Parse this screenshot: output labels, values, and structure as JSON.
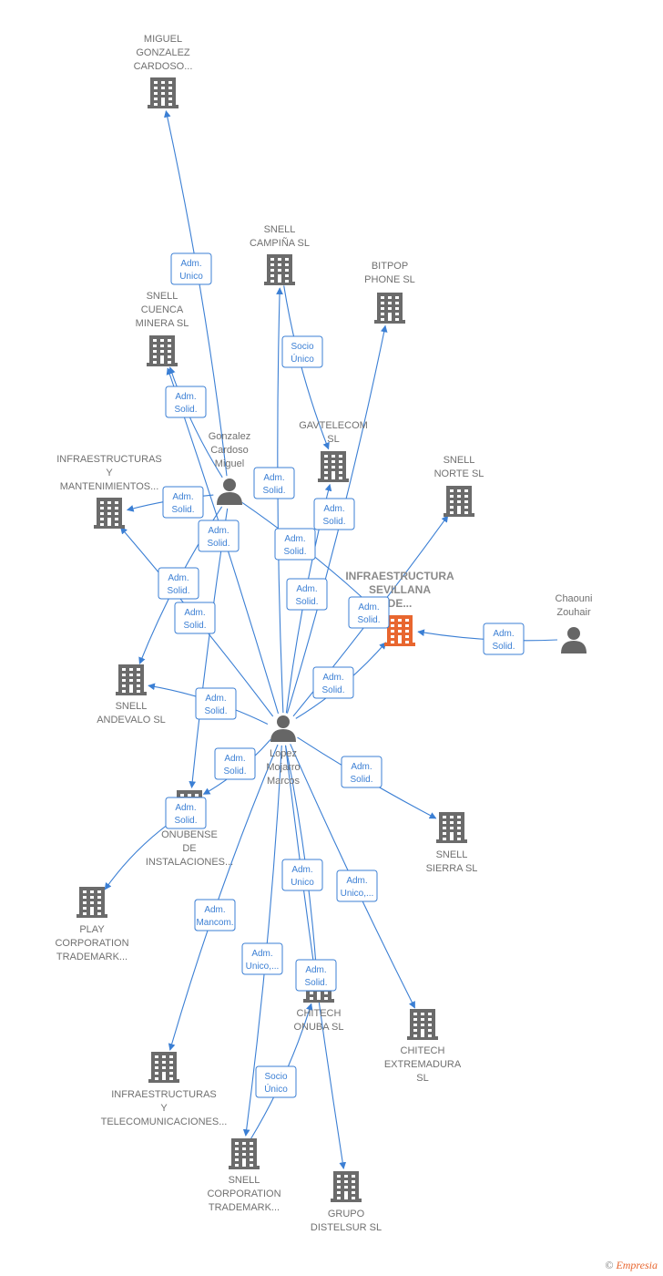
{
  "colors": {
    "edge": "#3b7fd4",
    "company": "#6b6b6b",
    "focus_company": "#e8662f",
    "person": "#666666"
  },
  "nodes": [
    {
      "id": "miguel_co",
      "type": "company",
      "label": [
        "MIGUEL",
        "GONZALEZ",
        "CARDOSO..."
      ]
    },
    {
      "id": "snell_campina",
      "type": "company",
      "label": [
        "SNELL",
        "CAMPIÑA SL"
      ]
    },
    {
      "id": "bitpop",
      "type": "company",
      "label": [
        "BITPOP",
        "PHONE SL"
      ]
    },
    {
      "id": "snell_cuenca",
      "type": "company",
      "label": [
        "SNELL",
        "CUENCA",
        "MINERA SL"
      ]
    },
    {
      "id": "gonzalez",
      "type": "person",
      "label": [
        "Gonzalez",
        "Cardoso",
        "Miguel"
      ]
    },
    {
      "id": "gavtelecom",
      "type": "company",
      "label": [
        "GAVTELECOM",
        "SL"
      ]
    },
    {
      "id": "snell_norte",
      "type": "company",
      "label": [
        "SNELL",
        "NORTE SL"
      ]
    },
    {
      "id": "infra_mant",
      "type": "company",
      "label": [
        "INFRAESTRUCTURAS",
        "Y",
        "MANTENIMIENTOS..."
      ]
    },
    {
      "id": "infra_sev",
      "type": "focus",
      "label": [
        "INFRAESTRUCTURA",
        "SEVILLANA",
        "DE..."
      ]
    },
    {
      "id": "chaouni",
      "type": "person",
      "label": [
        "Chaouni",
        "Zouhair"
      ]
    },
    {
      "id": "snell_andevalo",
      "type": "company",
      "label": [
        "SNELL",
        "ANDEVALO SL"
      ]
    },
    {
      "id": "lopez",
      "type": "person",
      "label": [
        "Lopez",
        "Mojarro",
        "Marcos"
      ]
    },
    {
      "id": "onubense",
      "type": "company",
      "label": [
        "ONUBENSE",
        "DE",
        "INSTALACIONES..."
      ]
    },
    {
      "id": "snell_sierra",
      "type": "company",
      "label": [
        "SNELL",
        "SIERRA SL"
      ]
    },
    {
      "id": "play",
      "type": "company",
      "label": [
        "PLAY",
        "CORPORATION",
        "TRADEMARK..."
      ]
    },
    {
      "id": "chitech_onuba",
      "type": "company",
      "label": [
        "CHITECH",
        "ONUBA SL"
      ]
    },
    {
      "id": "chitech_ext",
      "type": "company",
      "label": [
        "CHITECH",
        "EXTREMADURA",
        "SL"
      ]
    },
    {
      "id": "infra_tel",
      "type": "company",
      "label": [
        "INFRAESTRUCTURAS",
        "Y",
        "TELECOMUNICACIONES..."
      ]
    },
    {
      "id": "snell_corp",
      "type": "company",
      "label": [
        "SNELL",
        "CORPORATION",
        "TRADEMARK..."
      ]
    },
    {
      "id": "grupo",
      "type": "company",
      "label": [
        "GRUPO",
        "DISTELSUR SL"
      ]
    }
  ],
  "relations": [
    {
      "from": "gonzalez",
      "to": "miguel_co",
      "label": [
        "Adm.",
        "Unico"
      ]
    },
    {
      "from": "gonzalez",
      "to": "snell_cuenca",
      "label": [
        "Adm.",
        "Solid."
      ]
    },
    {
      "from": "gonzalez",
      "to": "infra_mant",
      "label": [
        "Adm.",
        "Solid."
      ]
    },
    {
      "from": "gonzalez",
      "to": "snell_andevalo",
      "label": [
        "Adm.",
        "Solid."
      ]
    },
    {
      "from": "gonzalez",
      "to": "infra_sev",
      "label": [
        "Adm.",
        "Solid."
      ]
    },
    {
      "from": "gonzalez",
      "to": "onubense",
      "label": [
        "Adm.",
        "Solid."
      ]
    },
    {
      "from": "snell_campina",
      "to": "gavtelecom",
      "label": [
        "Socio",
        "Único"
      ]
    },
    {
      "from": "lopez",
      "to": "snell_campina",
      "label": [
        "Adm.",
        "Solid."
      ]
    },
    {
      "from": "lopez",
      "to": "snell_cuenca",
      "label": [
        "Adm.",
        "Solid."
      ]
    },
    {
      "from": "lopez",
      "to": "bitpop",
      "label": [
        "Adm.",
        "Solid."
      ]
    },
    {
      "from": "lopez",
      "to": "gavtelecom",
      "label": [
        "Adm.",
        "Solid."
      ]
    },
    {
      "from": "lopez",
      "to": "snell_norte",
      "label": [
        "Adm.",
        "Solid."
      ]
    },
    {
      "from": "lopez",
      "to": "infra_sev",
      "label": [
        "Adm.",
        "Solid."
      ]
    },
    {
      "from": "chaouni",
      "to": "infra_sev",
      "label": [
        "Adm.",
        "Solid."
      ]
    },
    {
      "from": "lopez",
      "to": "infra_mant",
      "label": [
        "Adm.",
        "Solid."
      ]
    },
    {
      "from": "lopez",
      "to": "snell_andevalo",
      "label": [
        "Adm.",
        "Solid."
      ]
    },
    {
      "from": "lopez",
      "to": "onubense",
      "label": [
        "Adm.",
        "Solid."
      ]
    },
    {
      "from": "lopez",
      "to": "snell_sierra",
      "label": [
        "Adm.",
        "Solid."
      ]
    },
    {
      "from": "onubense",
      "to": "play",
      "label": [
        "Adm.",
        "Unico"
      ]
    },
    {
      "from": "lopez",
      "to": "chitech_onuba",
      "label": [
        "Adm.",
        "Unico,..."
      ]
    },
    {
      "from": "lopez",
      "to": "chitech_ext",
      "label": [
        "Adm.",
        "Solid."
      ]
    },
    {
      "from": "lopez",
      "to": "infra_tel",
      "label": [
        "Adm.",
        "Mancom."
      ]
    },
    {
      "from": "lopez",
      "to": "snell_corp",
      "label": [
        "Adm.",
        "Unico,..."
      ]
    },
    {
      "from": "lopez",
      "to": "grupo",
      "label": [
        "Adm.",
        "Solid."
      ]
    },
    {
      "from": "snell_corp",
      "to": "chitech_onuba",
      "label": [
        "Socio",
        "Único"
      ]
    }
  ],
  "footer": {
    "copyright": "©",
    "brand": "Empresia"
  }
}
